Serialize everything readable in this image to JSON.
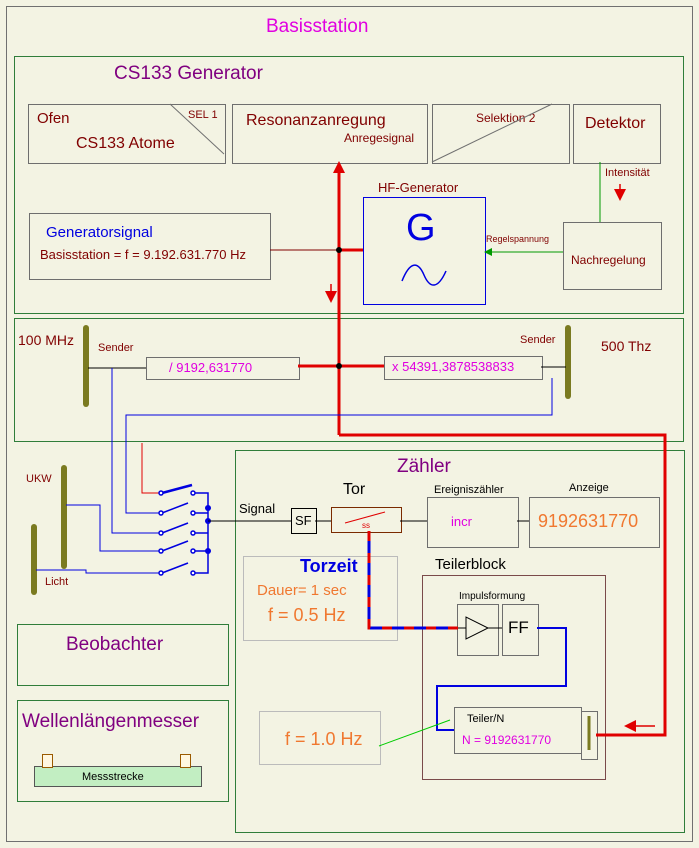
{
  "title": "Basisstation",
  "generator": {
    "title": "CS133 Generator",
    "ofen": "Ofen",
    "sel1": "SEL 1",
    "atome": "CS133 Atome",
    "resonanz": "Resonanzanregung",
    "anregesignal": "Anregesignal",
    "selektion2": "Selektion 2",
    "detektor": "Detektor",
    "intensitaet": "Intensität",
    "hf_generator": "HF-Generator",
    "g_symbol": "G",
    "regelspannung": "Regelspannung",
    "nachregelung": "Nachregelung",
    "generatorsignal": "Generatorsignal",
    "basis_freq": "Basisstation =  f = 9.192.631.770 Hz"
  },
  "sender_row": {
    "left_freq": "100 MHz",
    "sender_left": "Sender",
    "divider": "/ 9192,631770",
    "multiplier": "x 54391,3878538833",
    "sender_right": "Sender",
    "right_freq": "500 Thz"
  },
  "receivers": {
    "ukw": "UKW",
    "licht": "Licht",
    "ss": "ss"
  },
  "zaehler": {
    "title": "Zähler",
    "signal": "Signal",
    "sf": "SF",
    "tor": "Tor",
    "ereignis_label": "Ereigniszähler",
    "incr": "incr",
    "anzeige_label": "Anzeige",
    "anzeige_value": "9192631770",
    "torzeit": "Torzeit",
    "dauer": "Dauer= 1 sec",
    "f_half": "f = 0.5 Hz",
    "teilerblock": "Teilerblock",
    "impulsformung": "Impulsformung",
    "ff": "FF",
    "teiler": "Teiler/N",
    "teiler_n": "N = 9192631770",
    "f_one": "f = 1.0 Hz"
  },
  "beobachter": "Beobachter",
  "wellen": {
    "title": "Wellenlängenmesser",
    "messstrecke": "Messstrecke"
  },
  "colors": {
    "background": "#f3f3e3",
    "panel_border": "#2f7d3a",
    "magenta": "#e000e0",
    "purple": "#800080",
    "dark_red": "#800000",
    "blue": "#0000e0",
    "red_wire": "#e00000",
    "green_wire": "#009900",
    "orange": "#f07830"
  }
}
